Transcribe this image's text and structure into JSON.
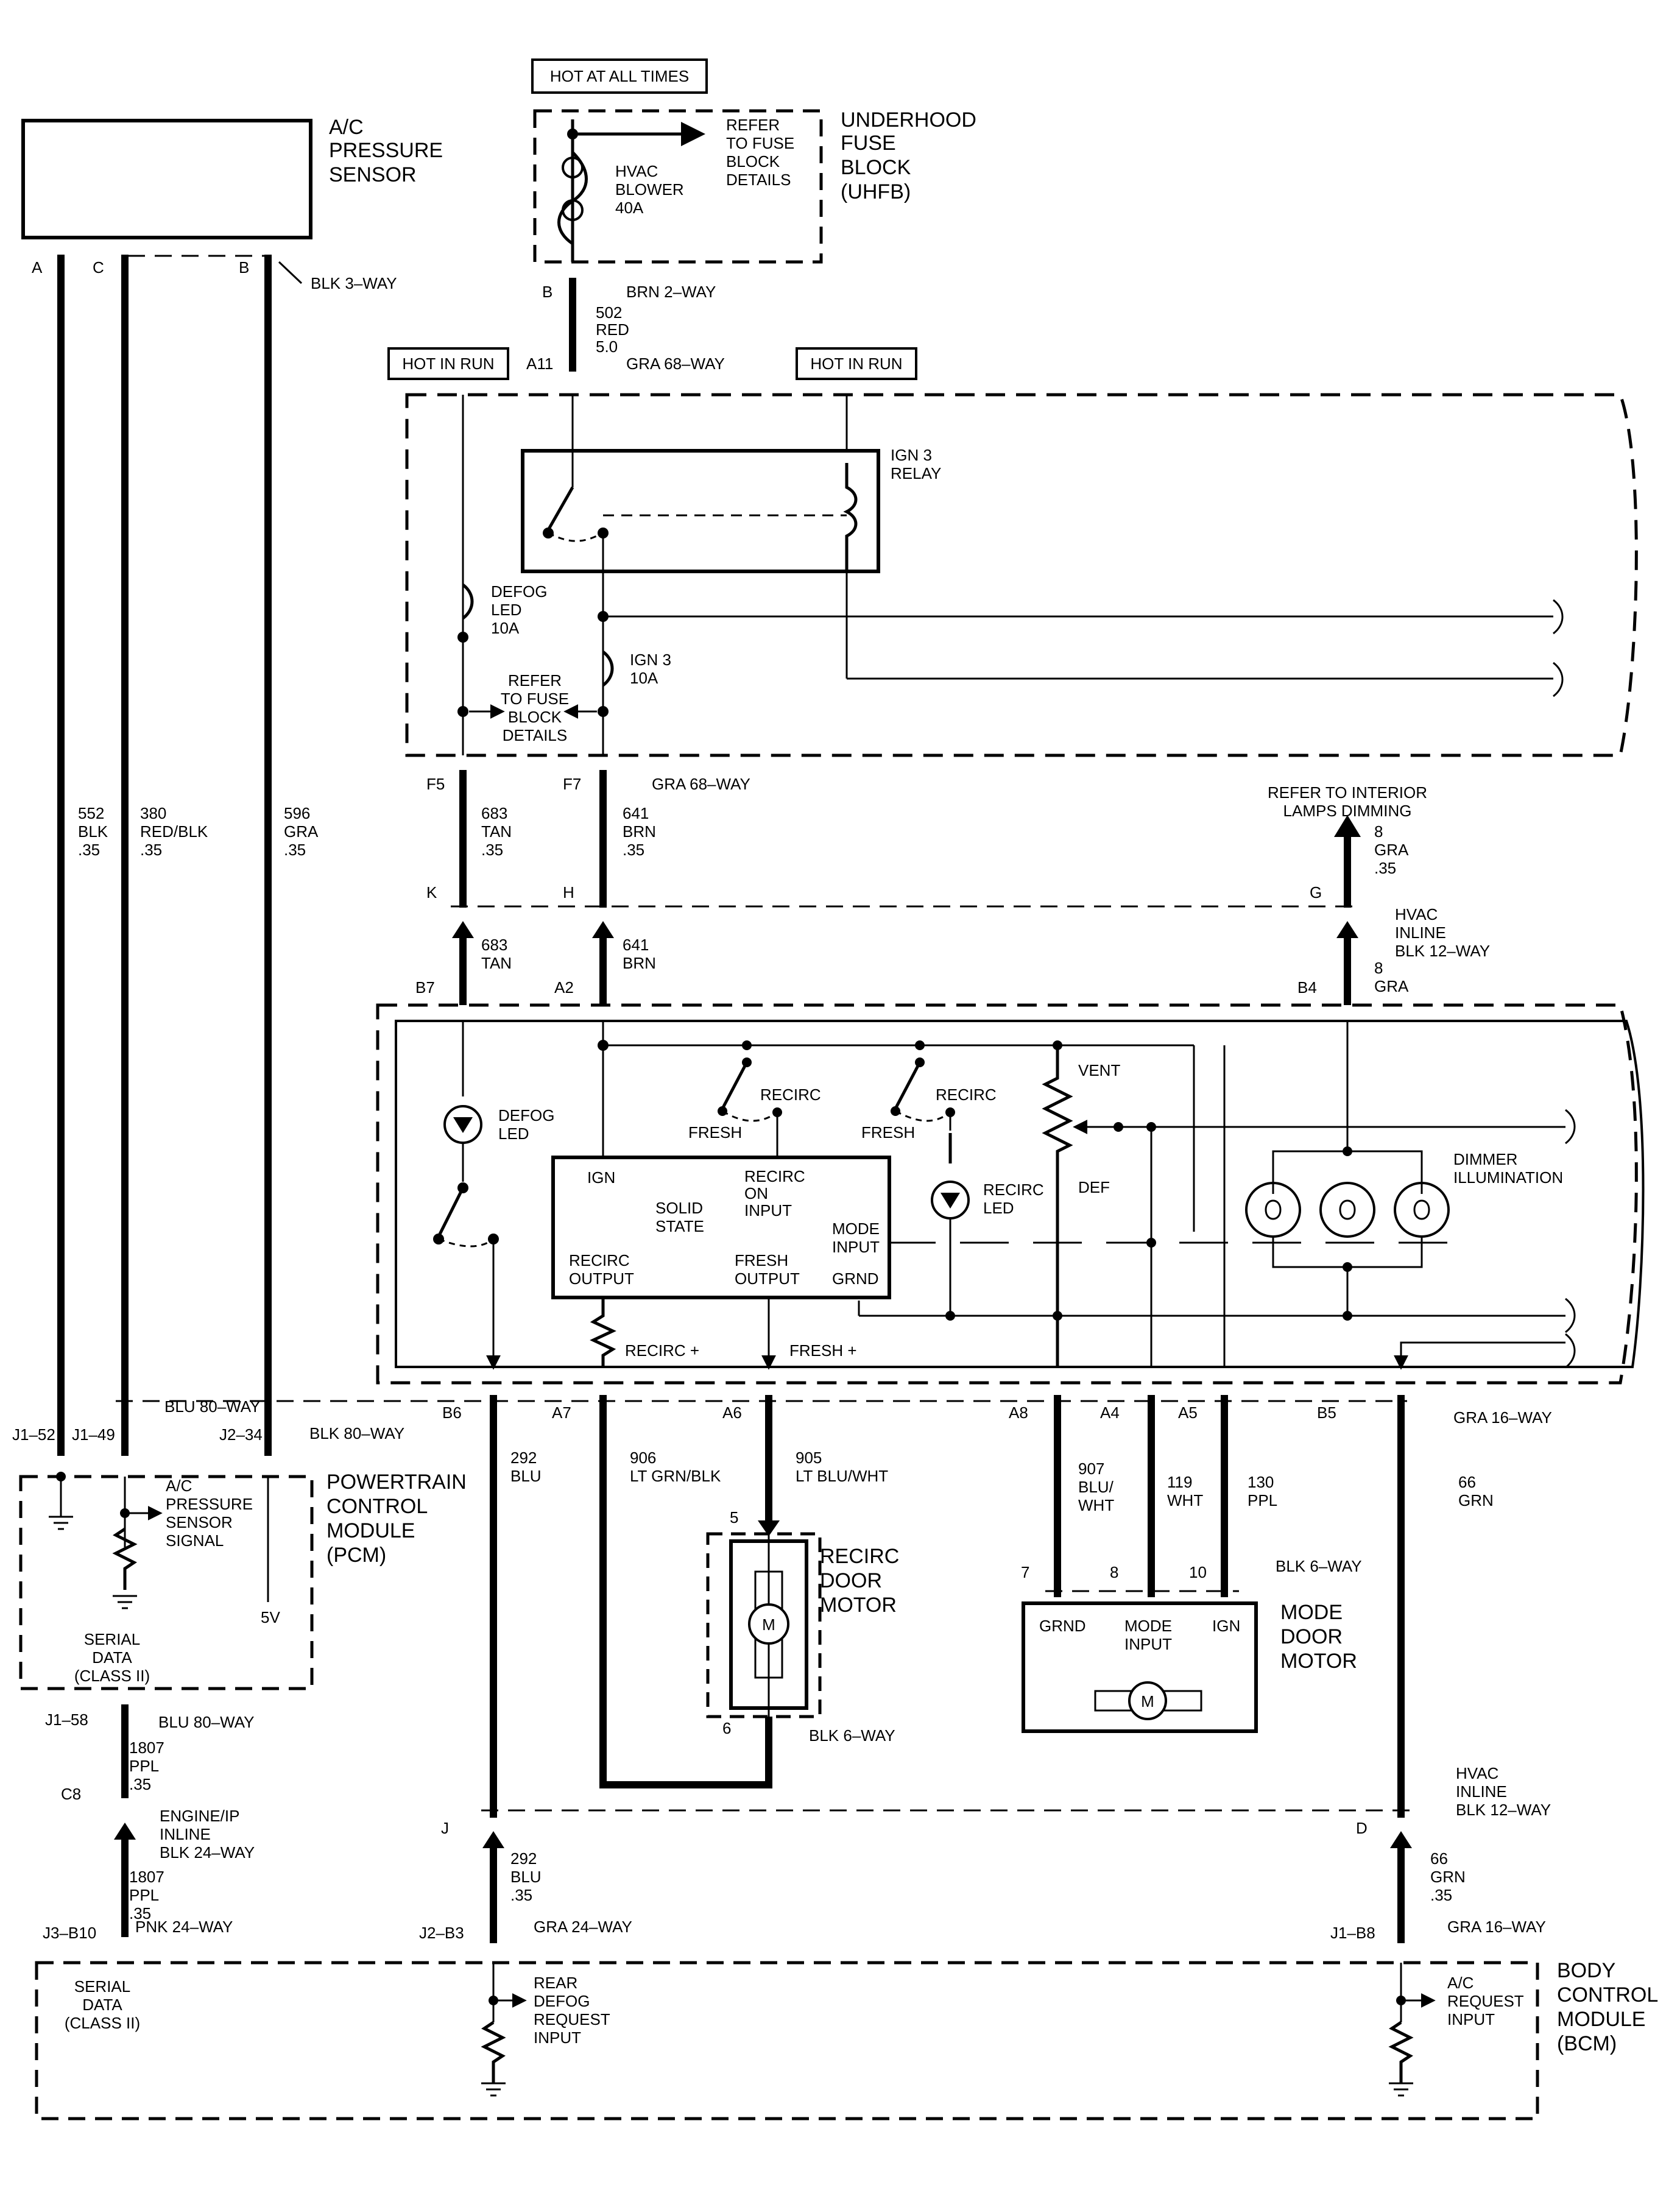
{
  "labels": {
    "hot_all_times": "HOT AT ALL TIMES",
    "hot_in_run": "HOT IN RUN",
    "ac_pressure_sensor": [
      "A/C",
      "PRESSURE",
      "SENSOR"
    ],
    "uhfb": [
      "UNDERHOOD",
      "FUSE",
      "BLOCK",
      "(UHFB)"
    ],
    "refer_fuse_1": [
      "REFER",
      "TO FUSE",
      "BLOCK",
      "DETAILS"
    ],
    "hvac_blower": [
      "HVAC",
      "BLOWER",
      "40A"
    ],
    "blk3": "BLK 3–WAY",
    "brn2": "BRN 2–WAY",
    "gra68": "GRA 68–WAY",
    "w502": [
      "502",
      "RED",
      "5.0"
    ],
    "ign3_relay": [
      "IGN 3",
      "RELAY"
    ],
    "defog_fuse": [
      "DEFOG",
      "LED",
      "10A"
    ],
    "ign3_fuse": [
      "IGN 3",
      "10A"
    ],
    "refer_fuse_2": [
      "REFER",
      "TO FUSE",
      "BLOCK",
      "DETAILS"
    ],
    "w552": [
      "552",
      "BLK",
      ".35"
    ],
    "w380": [
      "380",
      "RED/BLK",
      ".35"
    ],
    "w596": [
      "596",
      "GRA",
      ".35"
    ],
    "w683a": [
      "683",
      "TAN",
      ".35"
    ],
    "w641a": [
      "641",
      "BRN",
      ".35"
    ],
    "w683b": [
      "683",
      "TAN"
    ],
    "w641b": [
      "641",
      "BRN"
    ],
    "interior_lamps": [
      "REFER TO INTERIOR",
      "LAMPS DIMMING"
    ],
    "w8a": [
      "8",
      "GRA",
      ".35"
    ],
    "w8b": [
      "8",
      "GRA"
    ],
    "hvac_inline_12": [
      "HVAC",
      "INLINE",
      "BLK 12–WAY"
    ],
    "recirc": "RECIRC",
    "fresh": "FRESH",
    "vent": "VENT",
    "def": "DEF",
    "defog_led": [
      "DEFOG",
      "LED"
    ],
    "recirc_led": [
      "RECIRC",
      "LED"
    ],
    "dimmer": [
      "DIMMER",
      "ILLUMINATION"
    ],
    "ss_ign": "IGN",
    "ss_recirc_on": [
      "RECIRC",
      "ON",
      "INPUT"
    ],
    "ss_solid": [
      "SOLID",
      "STATE"
    ],
    "ss_mode": [
      "MODE",
      "INPUT"
    ],
    "ss_grnd": "GRND",
    "ss_recirc_out": [
      "RECIRC",
      "OUTPUT"
    ],
    "ss_fresh_out": [
      "FRESH",
      "OUTPUT"
    ],
    "recirc_plus": "RECIRC +",
    "fresh_plus": "FRESH +",
    "blu80": "BLU 80–WAY",
    "blk80": "BLK 80–WAY",
    "gra16": "GRA 16–WAY",
    "w292a": [
      "292",
      "BLU"
    ],
    "w906": [
      "906",
      "LT GRN/BLK"
    ],
    "w905": [
      "905",
      "LT BLU/WHT"
    ],
    "w907": [
      "907",
      "BLU/",
      "WHT"
    ],
    "w119": [
      "119",
      "WHT"
    ],
    "w130": [
      "130",
      "PPL"
    ],
    "w66a": [
      "66",
      "GRN"
    ],
    "pcm": [
      "POWERTRAIN",
      "CONTROL",
      "MODULE",
      "(PCM)"
    ],
    "pcm_signal": [
      "A/C",
      "PRESSURE",
      "SENSOR",
      "SIGNAL"
    ],
    "v5": "5V",
    "serial_data": [
      "SERIAL",
      "DATA",
      "(CLASS II)"
    ],
    "recirc_motor": [
      "RECIRC",
      "DOOR",
      "MOTOR"
    ],
    "blk6": "BLK 6–WAY",
    "mode_motor": [
      "MODE",
      "DOOR",
      "MOTOR"
    ],
    "mm_grnd": "GRND",
    "mm_mode": [
      "MODE",
      "INPUT"
    ],
    "mm_ign": "IGN",
    "motor_m": "M",
    "w1807": [
      "1807",
      "PPL",
      ".35"
    ],
    "engine_ip": [
      "ENGINE/IP",
      "INLINE",
      "BLK 24–WAY"
    ],
    "pnk24": "PNK 24–WAY",
    "gra24": "GRA 24–WAY",
    "w292b": [
      "292",
      "BLU",
      ".35"
    ],
    "w66b": [
      "66",
      "GRN",
      ".35"
    ],
    "bcm": [
      "BODY",
      "CONTROL",
      "MODULE",
      "(BCM)"
    ],
    "rear_defog": [
      "REAR",
      "DEFOG",
      "REQUEST",
      "INPUT"
    ],
    "ac_request": [
      "A/C",
      "REQUEST",
      "INPUT"
    ],
    "serial_data_bcm": [
      "SERIAL",
      "DATA",
      "(CLASS II)"
    ]
  },
  "pins": {
    "A": "A",
    "C": "C",
    "B": "B",
    "B_top": "B",
    "A11": "A11",
    "F5": "F5",
    "F7": "F7",
    "K": "K",
    "H": "H",
    "G": "G",
    "B7": "B7",
    "A2": "A2",
    "B4": "B4",
    "B6": "B6",
    "A7": "A7",
    "A6": "A6",
    "A8": "A8",
    "A4": "A4",
    "A5": "A5",
    "B5": "B5",
    "J1_52": "J1–52",
    "J1_49": "J1–49",
    "J2_34": "J2–34",
    "p5": "5",
    "p6": "6",
    "p7": "7",
    "p8": "8",
    "p10": "10",
    "J1_58": "J1–58",
    "C8": "C8",
    "J3_B10": "J3–B10",
    "J": "J",
    "D": "D",
    "J2_B3": "J2–B3",
    "J1_B8": "J1–B8"
  }
}
